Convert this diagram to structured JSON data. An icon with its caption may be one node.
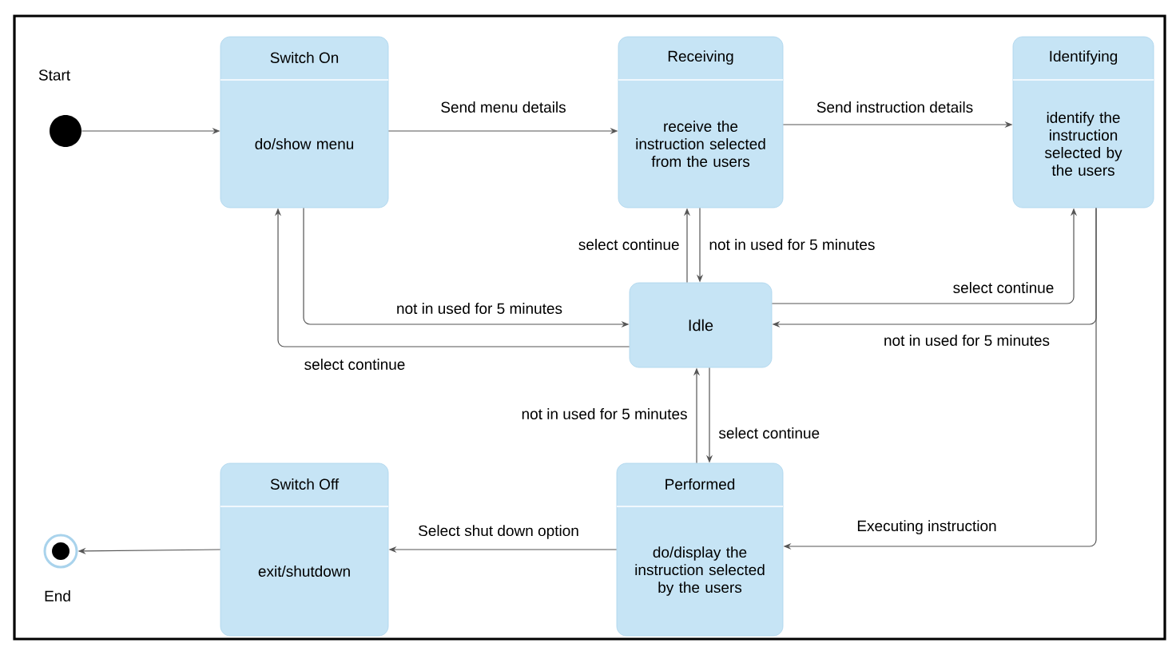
{
  "diagram": {
    "nodes": [
      {
        "text": [],
        "shape": "circle",
        "beside": [
          "Start"
        ]
      },
      {
        "text": [
          "Switch On",
          "do/show menu"
        ]
      },
      {
        "text": [
          "Receiving",
          "receive the instruction selected from the users"
        ]
      },
      {
        "text": [
          "Identifying",
          "identify the instruction selected by the users"
        ]
      },
      {
        "text": [
          "Idle"
        ]
      },
      {
        "text": [
          "Performed",
          "do/display the instruction selected by the users"
        ]
      },
      {
        "text": [
          "Switch Off",
          "exit/shutdown"
        ]
      },
      {
        "text": [],
        "shape": "circle",
        "beside": [
          "End"
        ]
      }
    ],
    "edges": [
      {
        "from": 0,
        "to": 1,
        "arrow": "to"
      },
      {
        "from": 1,
        "to": 2,
        "arrow": "to",
        "label": "Send menu details"
      },
      {
        "from": 2,
        "to": 3,
        "arrow": "to",
        "label": "Send instruction details"
      },
      {
        "from": 4,
        "to": 2,
        "arrow": "to",
        "label": "select continue"
      },
      {
        "from": 2,
        "to": 4,
        "arrow": "to",
        "label": "not in used for 5 minutes"
      },
      {
        "from": 1,
        "to": 4,
        "arrow": "to",
        "label": "not in used for 5 minutes"
      },
      {
        "from": 4,
        "to": 1,
        "arrow": "to",
        "label": "select continue"
      },
      {
        "from": 4,
        "to": 3,
        "arrow": "to",
        "label": "select continue"
      },
      {
        "from": 3,
        "to": 4,
        "arrow": "to",
        "label": "not in used for 5 minutes"
      },
      {
        "from": 3,
        "to": 5,
        "arrow": "to",
        "label": "Executing instruction"
      },
      {
        "from": 5,
        "to": 4,
        "arrow": "to",
        "label": "not in used for 5 minutes"
      },
      {
        "from": 4,
        "to": 5,
        "arrow": "to",
        "label": "select continue"
      },
      {
        "from": 5,
        "to": 6,
        "arrow": "to",
        "label": "Select shut down option"
      },
      {
        "from": 6,
        "to": 7,
        "arrow": "to"
      }
    ]
  }
}
